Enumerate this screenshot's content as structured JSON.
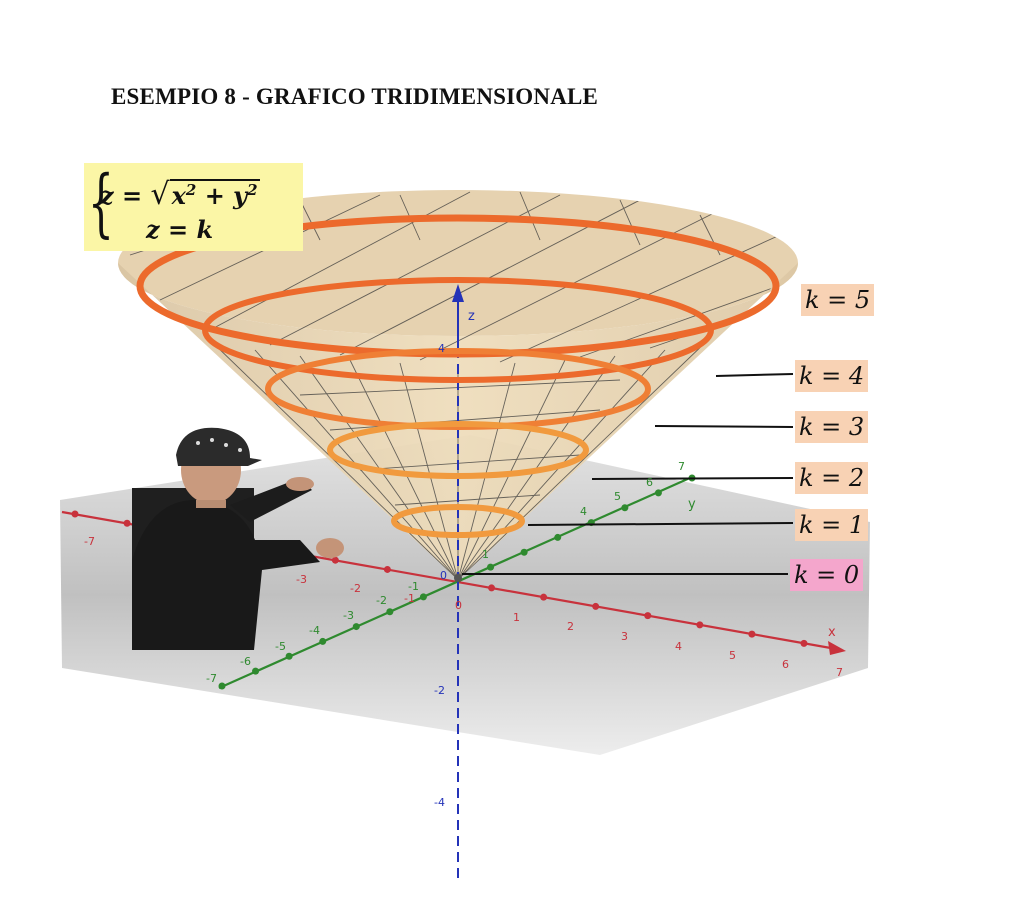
{
  "title": "ESEMPIO 8 - GRAFICO TRIDIMENSIONALE",
  "system": {
    "eq1_lhs": "z",
    "eq1_eq": "=",
    "eq1_sqrt": "√",
    "eq1_x": "x",
    "eq1_exp": "2",
    "eq1_plus": "+",
    "eq1_y": "y",
    "eq2": "z = k"
  },
  "k_labels": [
    {
      "text": "k = 5",
      "color": "#f8d2b4"
    },
    {
      "text": "k = 4",
      "color": "#f8d2b4"
    },
    {
      "text": "k = 3",
      "color": "#f8d2b4"
    },
    {
      "text": "k = 2",
      "color": "#f8d2b4"
    },
    {
      "text": "k = 1",
      "color": "#f8d2b4"
    },
    {
      "text": "k = 0",
      "color": "#f4a6cc"
    }
  ],
  "axes": {
    "x_name": "x",
    "y_name": "y",
    "z_name": "z",
    "origin": "0",
    "x_neg_ticks": [
      "-7",
      "-3",
      "-2",
      "-1"
    ],
    "x_pos_ticks": [
      "1",
      "2",
      "3",
      "4",
      "5",
      "6",
      "7"
    ],
    "y_neg_ticks": [
      "-7",
      "-6",
      "-5",
      "-4",
      "-3",
      "-2",
      "-1"
    ],
    "y_pos_ticks": [
      "1",
      "4",
      "5",
      "6",
      "7"
    ],
    "z_ticks": [
      "4",
      "-2",
      "-4"
    ]
  },
  "colors": {
    "cone_fill": "#ead3ac",
    "ring_upper": "#ec6a2c",
    "ring_lower": "#f19a3e",
    "x_axis": "#c8323c",
    "y_axis": "#2f8a2f",
    "z_axis": "#2433b8",
    "plane": "#bfbfbf",
    "sys_box": "#fbf6a6"
  },
  "icons": {
    "person": "person-photo"
  }
}
